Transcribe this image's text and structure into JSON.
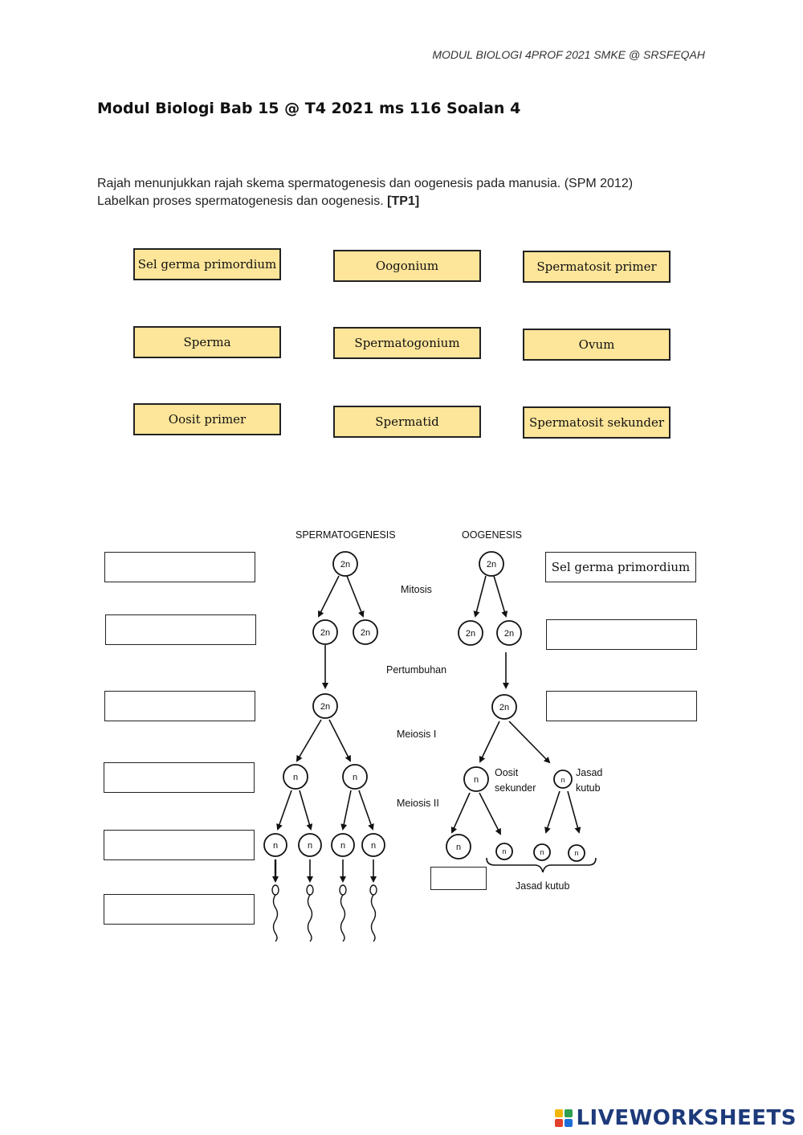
{
  "header_note": "MODUL BIOLOGI 4PROF 2021 SMKE @ SRSFEQAH",
  "page_title": "Modul Biologi Bab 15 @ T4 2021 ms 116 Soalan 4",
  "instructions": {
    "line1": "Rajah menunjukkan rajah skema spermatogenesis dan oogenesis pada manusia. (SPM 2012)",
    "line2_text": "Labelkan proses spermatogenesis dan oogenesis.",
    "line2_tag": "[TP1]"
  },
  "drag_cards": [
    "Sel germa primordium",
    "Oogonium",
    "Spermatosit primer",
    "Sperma",
    "Spermatogonium",
    "Ovum",
    "Oosit primer",
    "Spermatid",
    "Spermatosit sekunder"
  ],
  "drop_boxes": {
    "left": [
      "",
      "",
      "",
      "",
      "",
      ""
    ],
    "right": [
      "Sel germa primordium",
      "",
      ""
    ],
    "bottom": ""
  },
  "diagram": {
    "heading_left": "SPERMATOGENESIS",
    "heading_right": "OOGENESIS",
    "stage_mitosis": "Mitosis",
    "stage_growth": "Pertumbuhan",
    "stage_meiosis1": "Meiosis I",
    "stage_meiosis2": "Meiosis II",
    "label_diploid": "2n",
    "label_haploid": "n",
    "oocyte2_line1": "Oosit",
    "oocyte2_line2": "sekunder",
    "polar_line1": "Jasad",
    "polar_line2": "kutub",
    "polar_bodies": "Jasad kutub"
  },
  "colors": {
    "card_fill": "#fde59a",
    "brand_blue": "#1d3a7a"
  },
  "branding": {
    "logo_text": "LIVEWORKSHEETS",
    "logo_icon": "liveworksheets-logo-icon"
  }
}
